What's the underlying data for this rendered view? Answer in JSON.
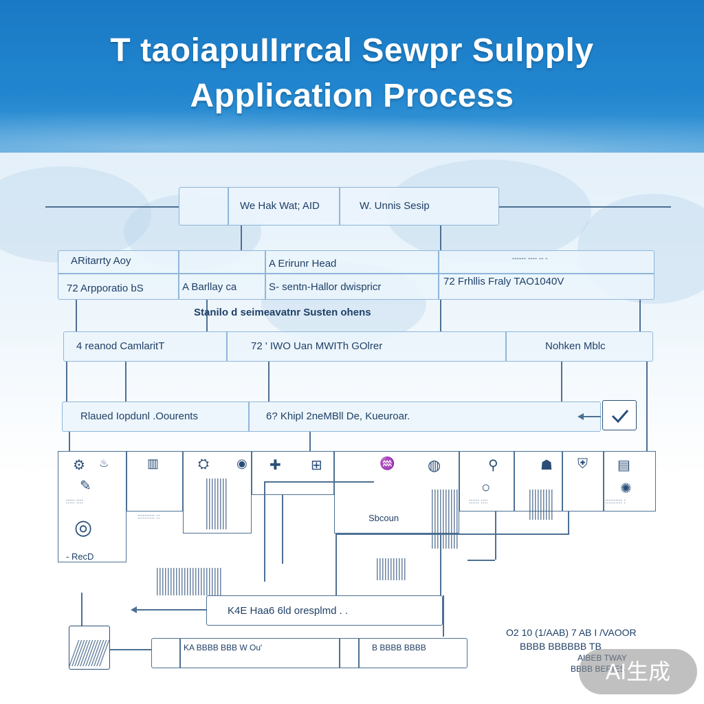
{
  "header": {
    "title_line1": "T taoiapuIIrrcal Sewpr Sulpply",
    "title_line2": "Application Process"
  },
  "top_row": {
    "cell1": "",
    "cell2": "We Hak Wat; AID",
    "cell3": "W. Unnis Sesip"
  },
  "row2": {
    "left_top": "ARitarrty Aoy",
    "left_bottom": "72 Arpporatio bS",
    "mid_top": "A Erirunr Head",
    "mid_left": "A Barllay ca",
    "mid_right": "S- sentn-Hallor dwispricr",
    "right_top": "------   ---- -- -",
    "right_bottom": "72 Frhllis Fraly   TAO1040V"
  },
  "subtitle": "Stanilo d seimeavatnr Susten ohens",
  "row3": {
    "left": "4  reanod  CamlaritT",
    "mid": "72 ' IWO Uan MWITh GOlrer",
    "right": "Nohken Mblc"
  },
  "row4": {
    "left": "Rlaued Iopdunl .Oourents",
    "mid": "6?  Khipl 2neMBll De,  Kueuroar."
  },
  "grid_labels": {
    "c1": "Sbcoun",
    "c2": "- RecD",
    "c3": "K4E  Haa6  6ld oresplmd . ."
  },
  "bottom_row": {
    "left": "KA  BBBB BBB W Ou'",
    "right": "B BBBB BBBB"
  },
  "corner_text": {
    "line1": "O2 10 (1/AAB) 7 AB I /VAOOR",
    "line2": "BBBB BBBBBB TB",
    "line3": "AIBEB TWAY",
    "line4": "BBBB BERIES"
  },
  "watermark": "AI生成"
}
